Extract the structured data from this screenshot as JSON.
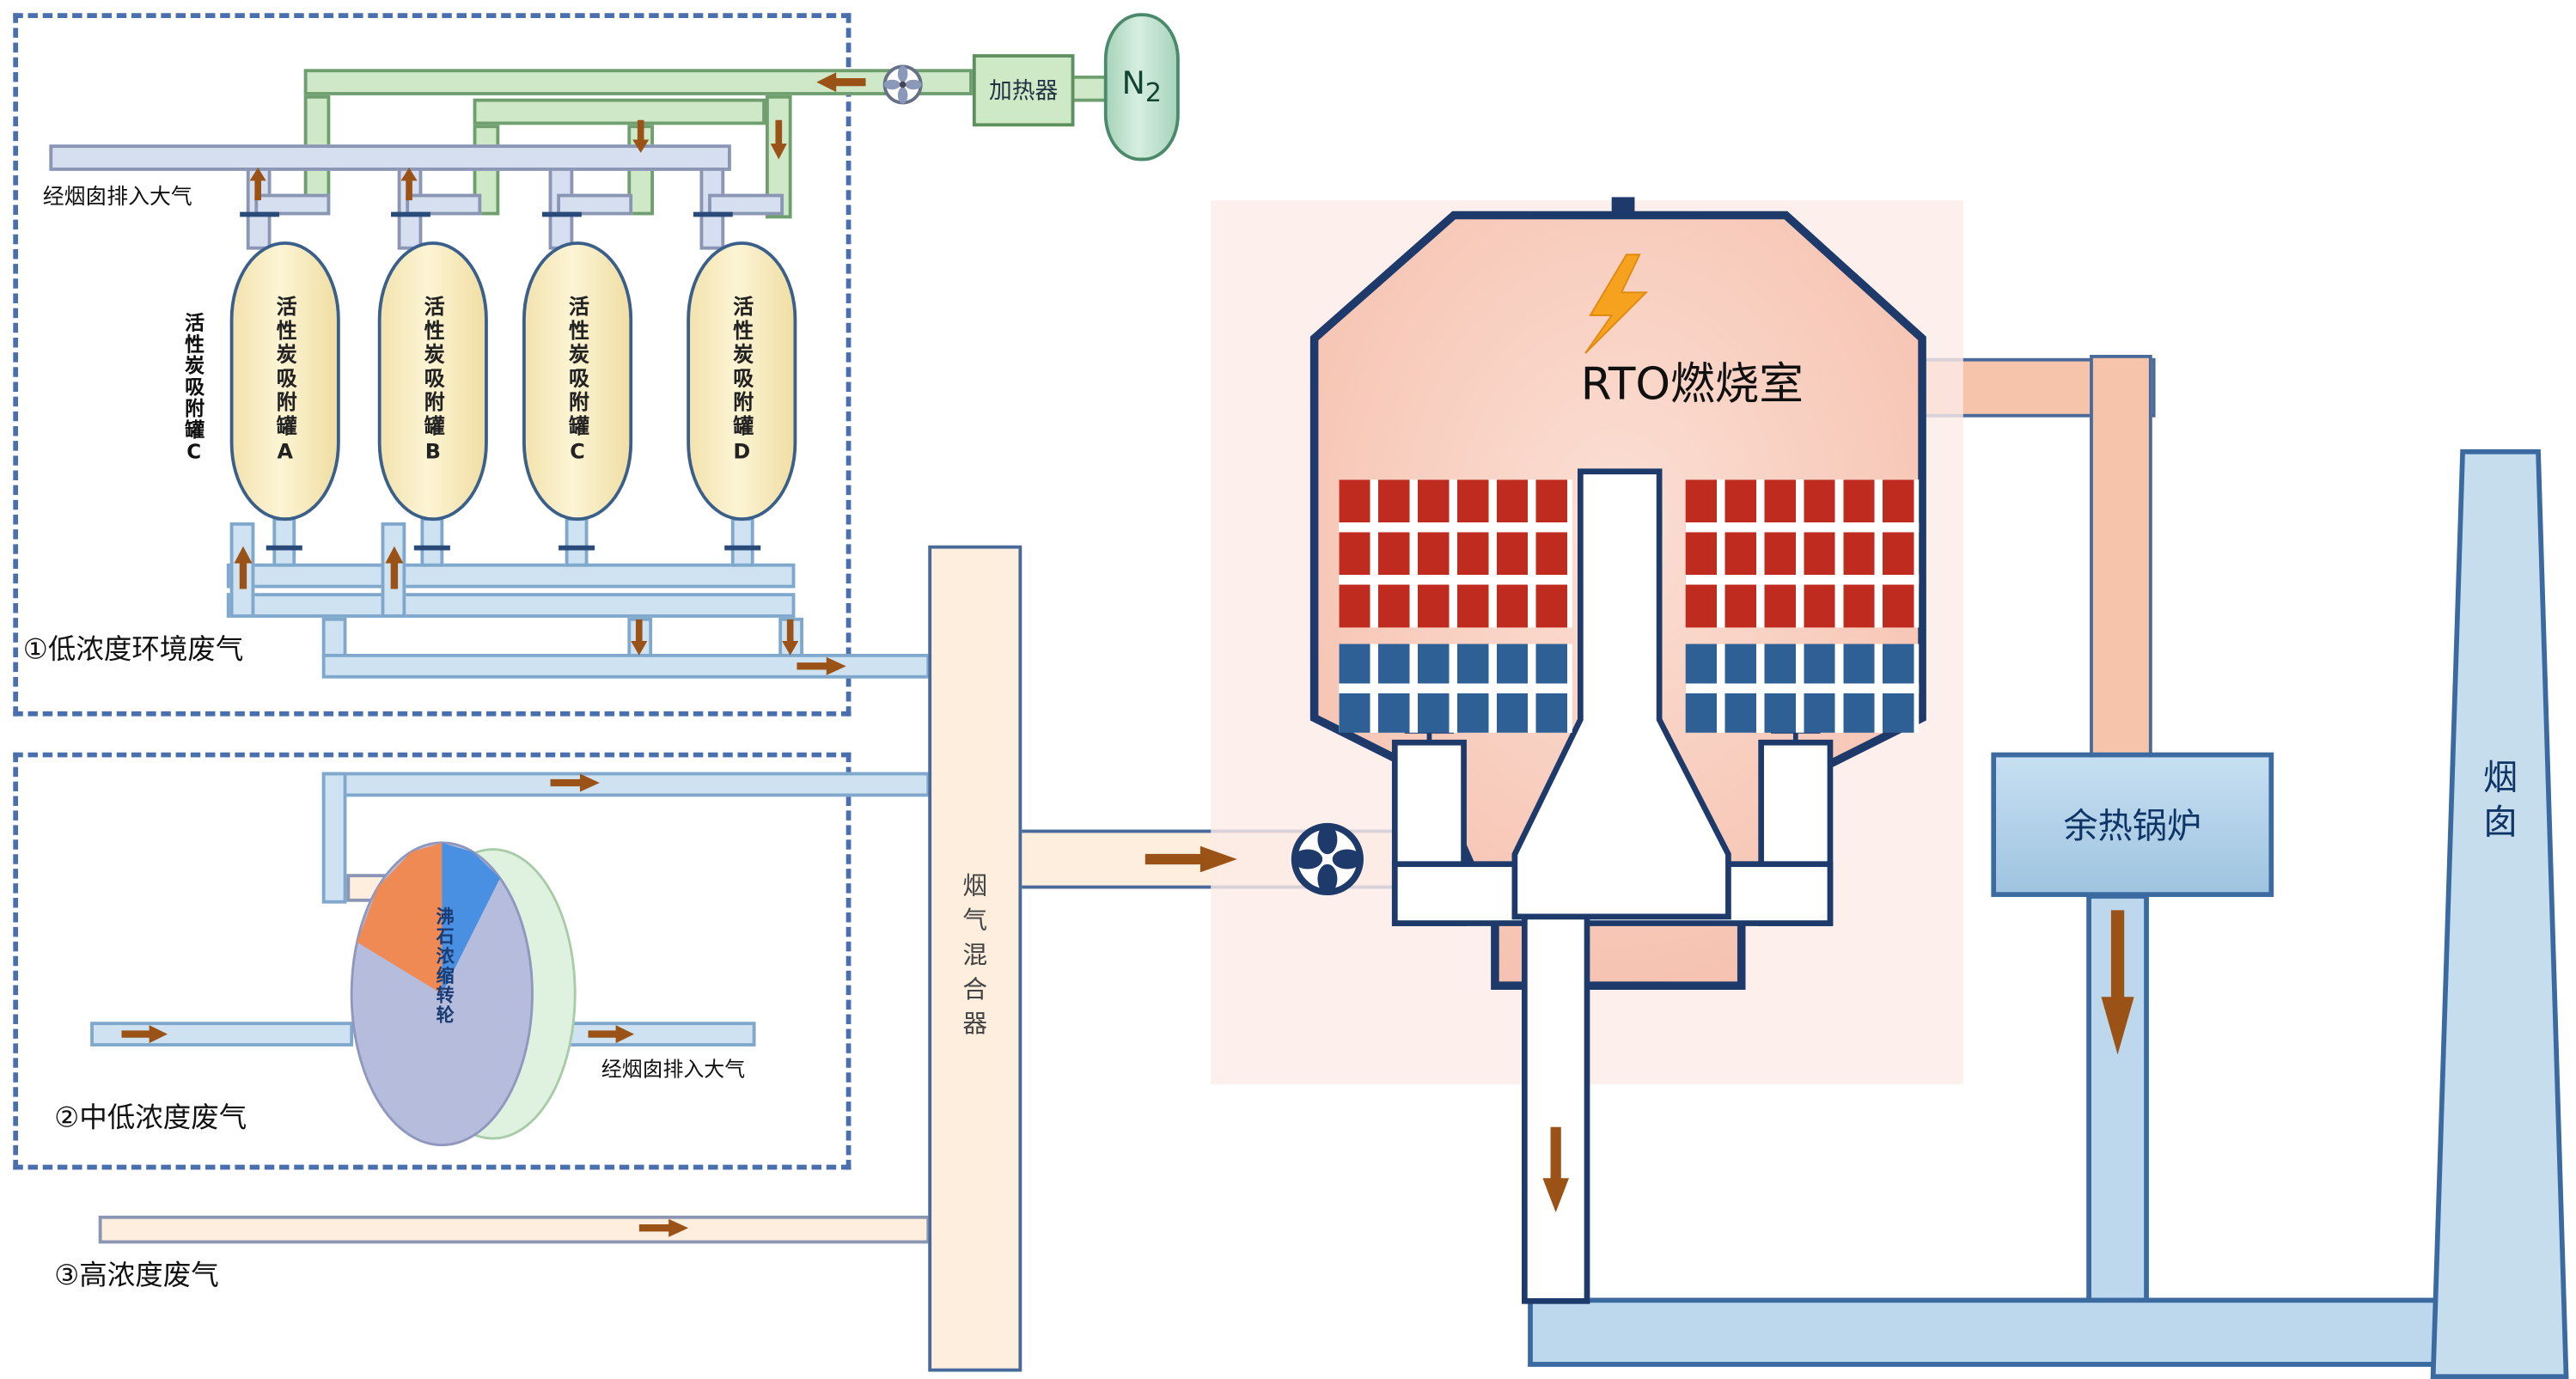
{
  "labels": {
    "exhaust_top": "经烟囱排入大气",
    "exhaust_wheel": "经烟囱排入大气",
    "zone1": "①低浓度环境废气",
    "zone2": "②中低浓度废气",
    "zone3": "③高浓度废气",
    "mixer": "烟气混合器",
    "heater": "加热器",
    "n2": "N",
    "n2_sub": "2",
    "rto": "RTO燃烧室",
    "boiler": "余热锅炉",
    "chimney": "烟囱",
    "wheel": "沸石浓缩转轮",
    "tank_side": "活性炭吸附罐C"
  },
  "tanks": [
    {
      "label": "活性炭吸附罐A"
    },
    {
      "label": "活性炭吸附罐B"
    },
    {
      "label": "活性炭吸附罐C"
    },
    {
      "label": "活性炭吸附罐D"
    }
  ],
  "colors": {
    "n2_pipe": "#cfe8c8",
    "exhaust_pipe": "#d6dff0",
    "gas_pipe": "#cfe2f2",
    "hot_pipe": "#f6c3ab",
    "flue_pipe": "#bdd8ec",
    "tank_fill": "#fcf4d4",
    "rto_fill": "#f8cdbd",
    "brick_red": "#bf2b1e",
    "brick_blue": "#2e6096",
    "flow_arrow": "#9b5217",
    "outline": "#1d3a6b"
  }
}
